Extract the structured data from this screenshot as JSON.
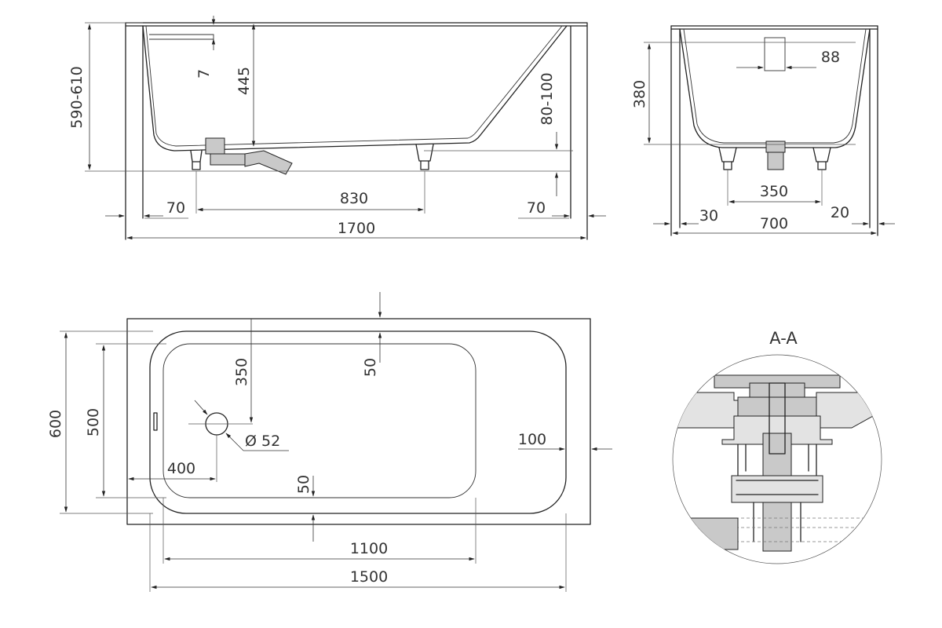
{
  "views": {
    "side": {
      "dim_total_length": "1700",
      "dim_left_overhang": "70",
      "dim_right_overhang": "70",
      "dim_leg_spacing": "830",
      "dim_total_height": "590-610",
      "dim_inner_depth": "445",
      "dim_rim": "7",
      "dim_leg_adjust": "80-100"
    },
    "end": {
      "dim_total_width": "700",
      "dim_left_rim": "30",
      "dim_right_rim": "20",
      "dim_leg_spacing": "350",
      "dim_inner_depth": "380",
      "dim_overflow": "88"
    },
    "top": {
      "dim_outer_length": "1500",
      "dim_inner_length": "1100",
      "dim_outer_width": "600",
      "dim_inner_width": "500",
      "dim_drain_y": "350",
      "dim_drain_x": "400",
      "dim_drain_diameter": "Ø 52",
      "dim_top_margin": "50",
      "dim_bottom_margin": "50",
      "dim_right_margin": "100"
    },
    "section": {
      "title": "A-A"
    }
  }
}
